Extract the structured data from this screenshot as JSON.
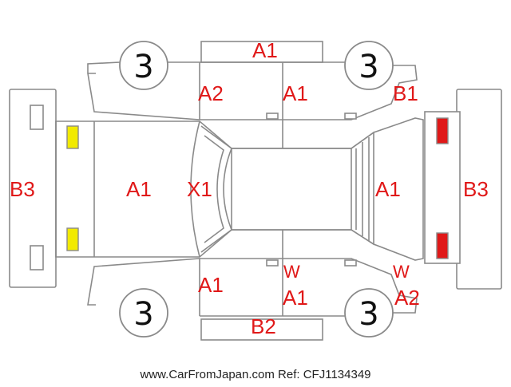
{
  "diagram": {
    "top_bumper_label": "A1",
    "left_front_door_label": "A2",
    "left_rear_door_label": "A1",
    "left_rear_fender_label": "B1",
    "rear_bumper_label": "B3",
    "front_bumper_label": "B3",
    "hood_label": "A1",
    "windshield_label": "X1",
    "trunk_label": "A1",
    "right_front_door_label": "A1",
    "right_rear_door_w_label": "W",
    "right_rear_door_label": "A1",
    "right_rear_fender_w_label": "W",
    "right_rear_fender_label": "A2",
    "bottom_sill_label": "B2",
    "wheel_top_left": "3",
    "wheel_top_right": "3",
    "wheel_bottom_left": "3",
    "wheel_bottom_right": "3"
  },
  "footer": {
    "text": "www.CarFromJapan.com Ref: CFJ1134349"
  },
  "colors": {
    "label": "#e01818",
    "light_yellow": "#f2ea00",
    "light_red": "#e01818",
    "outline": "#8a8a8a"
  }
}
